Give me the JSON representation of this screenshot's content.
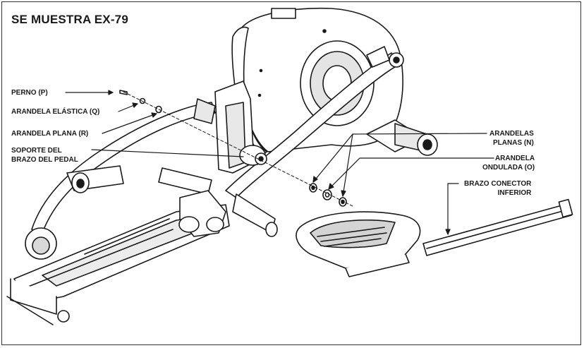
{
  "title": "SE MUESTRA EX-79",
  "labels": {
    "perno": "PERNO (P)",
    "arandela_elastica": "ARANDELA ELÁSTICA (Q)",
    "arandela_plana": "ARANDELA PLANA (R)",
    "soporte_line1": "SOPORTE DEL",
    "soporte_line2": "BRAZO DEL PEDAL",
    "arandelas_planas_line1": "ARANDELAS",
    "arandelas_planas_line2": "PLANAS (N)",
    "arandela_ondulada_line1": "ARANDELA",
    "arandela_ondulada_line2": "ONDULADA (O)",
    "brazo_conector_line1": "BRAZO CONECTOR",
    "brazo_conector_line2": "INFERIOR"
  },
  "colors": {
    "ink": "#1a1a1a",
    "paper": "#ffffff",
    "shade": "#cfcfcf",
    "frame": "#333333"
  }
}
